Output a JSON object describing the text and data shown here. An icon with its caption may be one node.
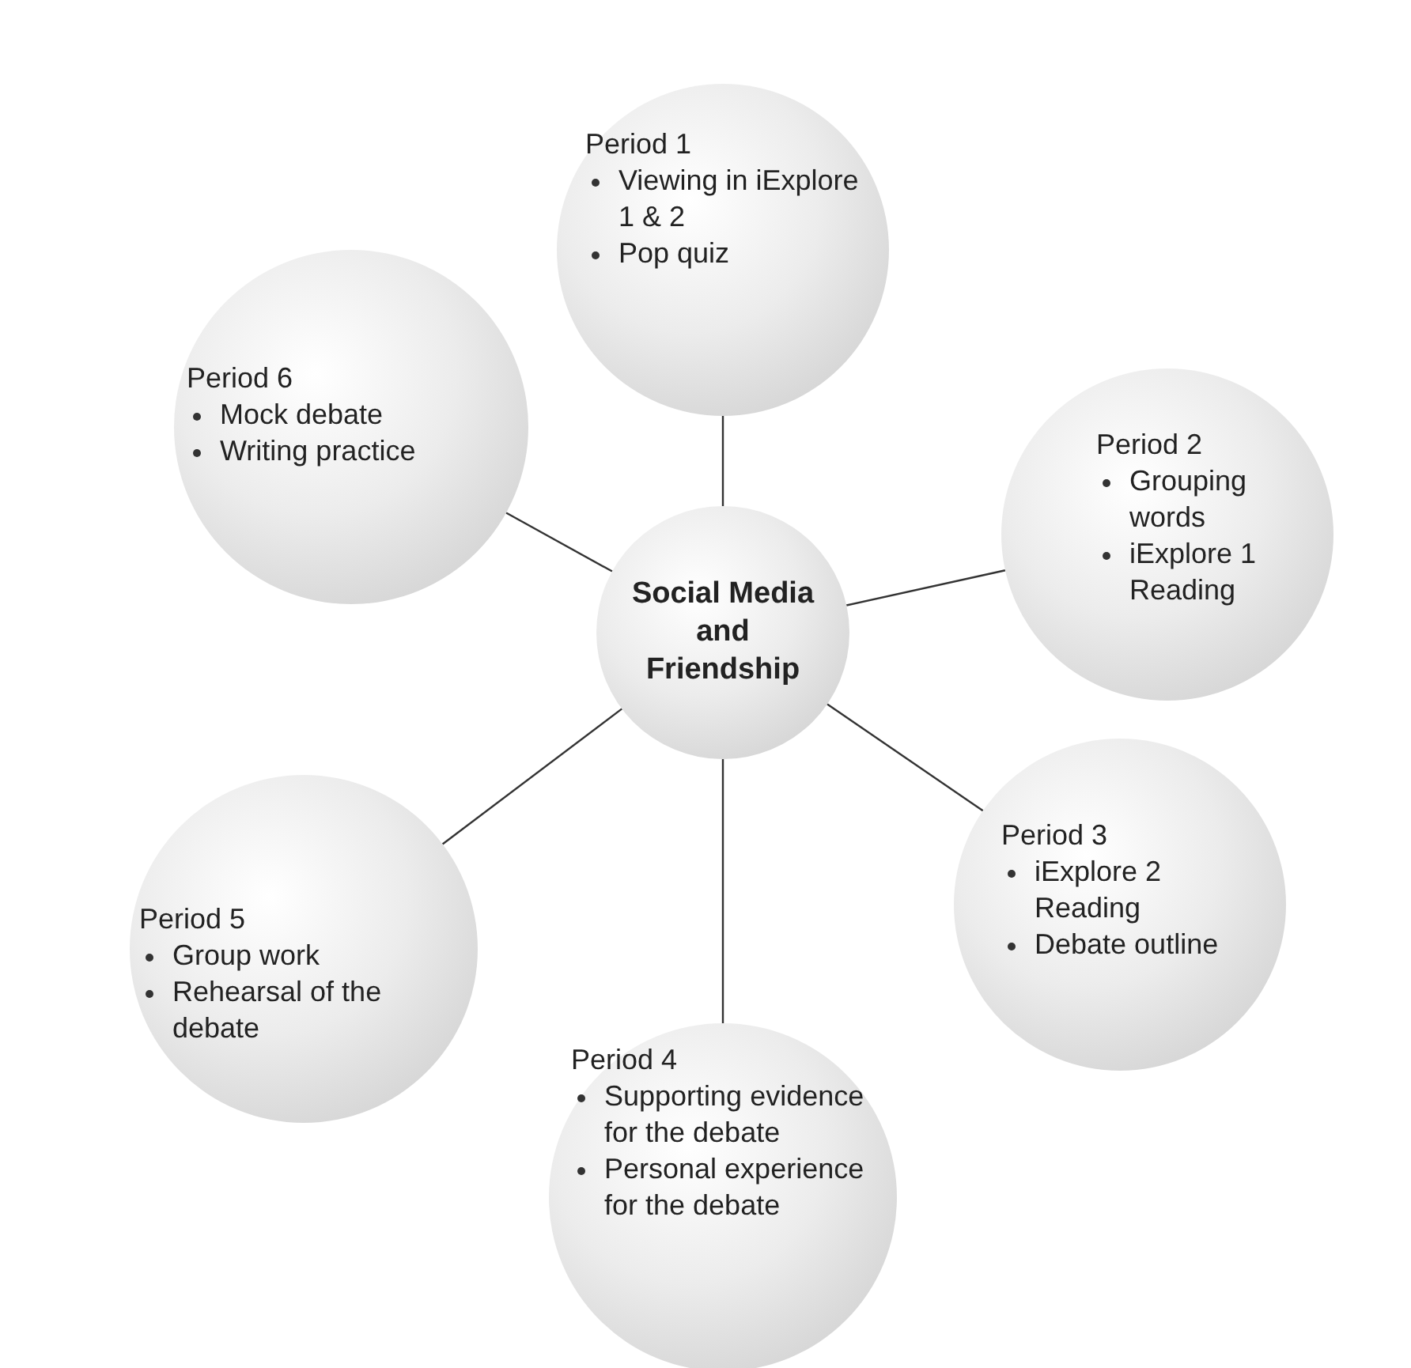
{
  "diagram": {
    "nodes": [
      {
        "text": [
          "Social Media and Friendship"
        ]
      },
      {
        "text": [
          "Period 1",
          "Viewing in iExplore 1 & 2",
          "Pop quiz"
        ]
      },
      {
        "text": [
          "Period 2",
          "Grouping words",
          "iExplore 1 Reading"
        ]
      },
      {
        "text": [
          "Period 3",
          "iExplore 2 Reading",
          "Debate outline"
        ]
      },
      {
        "text": [
          "Period 4",
          "Supporting evidence for the debate",
          "Personal experience for the debate"
        ]
      },
      {
        "text": [
          "Period 5",
          "Group work",
          "Rehearsal of the debate"
        ]
      },
      {
        "text": [
          "Period 6",
          "Mock debate",
          "Writing practice"
        ]
      }
    ],
    "edges": [
      {
        "from": 0,
        "to": 1,
        "arrow": "none"
      },
      {
        "from": 0,
        "to": 2,
        "arrow": "none"
      },
      {
        "from": 0,
        "to": 3,
        "arrow": "none"
      },
      {
        "from": 0,
        "to": 4,
        "arrow": "none"
      },
      {
        "from": 0,
        "to": 5,
        "arrow": "none"
      },
      {
        "from": 0,
        "to": 6,
        "arrow": "none"
      }
    ]
  }
}
